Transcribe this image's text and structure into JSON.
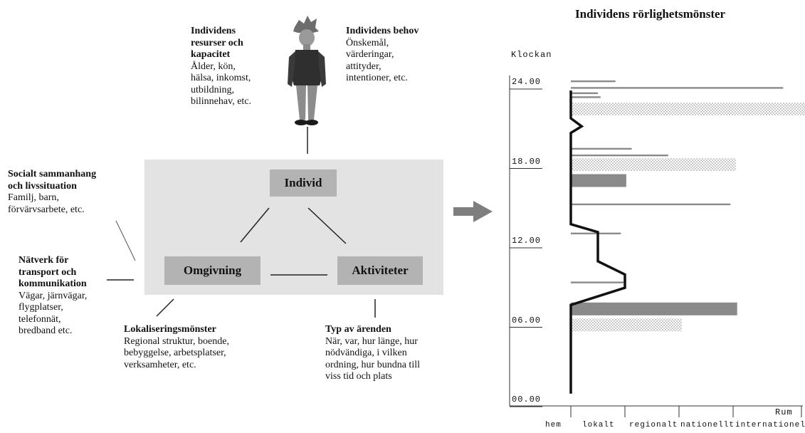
{
  "resources": {
    "title": [
      "Individens",
      "resurser och",
      "kapacitet"
    ],
    "body": [
      "Ålder, kön,",
      "hälsa, inkomst,",
      "utbildning,",
      "bilinnehav, etc."
    ]
  },
  "needs": {
    "title": [
      "Individens behov"
    ],
    "body": [
      "Önskemål,",
      "värderingar,",
      "attityder,",
      "intentioner, etc."
    ]
  },
  "social": {
    "title": [
      "Socialt sammanhang",
      "och livssituation"
    ],
    "body": [
      "Familj, barn,",
      "förvärvsarbete, etc."
    ]
  },
  "network": {
    "title": [
      "Nätverk för",
      "transport och",
      "kommunikation"
    ],
    "body": [
      "Vägar, järnvägar,",
      "flygplatser,",
      "telefonnät,",
      "bredband etc."
    ]
  },
  "localization": {
    "title": [
      "Lokaliseringsmönster"
    ],
    "body": [
      "Regional struktur, boende,",
      "bebyggelse, arbetsplatser,",
      "verksamheter, etc."
    ]
  },
  "errands": {
    "title": [
      "Typ av ärenden"
    ],
    "body": [
      "När, var, hur länge, hur",
      "nödvändiga, i vilken",
      "ordning, hur bundna till",
      "viss tid och plats"
    ]
  },
  "nodes": {
    "individ": "Individ",
    "omgivning": "Omgivning",
    "aktiviteter": "Aktiviteter"
  },
  "chart_data": {
    "type": "timeline",
    "title": "Individens rörlighetsmönster",
    "ylabel": "Klockan",
    "xlabel": "Rum",
    "yticks": [
      "24.00",
      "18.00",
      "12.00",
      "06.00",
      "00.00"
    ],
    "ylim": [
      0,
      24
    ],
    "xcategories": [
      "hem",
      "lokalt",
      "regionalt",
      "nationellt",
      "internationell"
    ],
    "path_series": {
      "name": "",
      "points": [
        [
          0,
          0.5
        ],
        [
          0,
          7.2
        ],
        [
          2.0,
          8.5
        ],
        [
          2.0,
          9.5
        ],
        [
          1.0,
          10.5
        ],
        [
          1.0,
          12.7
        ],
        [
          0,
          13.3
        ],
        [
          0,
          20.2
        ],
        [
          0.4,
          20.7
        ],
        [
          0,
          21.3
        ],
        [
          0,
          23.4
        ]
      ]
    },
    "bars": [
      {
        "time": 24.1,
        "end": 1.65,
        "style": "line"
      },
      {
        "time": 23.6,
        "end": 7.85,
        "style": "line"
      },
      {
        "time": 23.2,
        "end": 1.0,
        "style": "line"
      },
      {
        "time": 22.9,
        "end": 1.1,
        "style": "line"
      },
      {
        "time": 22.0,
        "end": 8.85,
        "style": "dotted"
      },
      {
        "time": 19.0,
        "end": 2.25,
        "style": "line"
      },
      {
        "time": 18.5,
        "end": 3.6,
        "style": "line"
      },
      {
        "time": 17.8,
        "end": 6.1,
        "style": "dotted"
      },
      {
        "time": 16.6,
        "end": 2.05,
        "style": "solid"
      },
      {
        "time": 14.8,
        "end": 5.9,
        "style": "line"
      },
      {
        "time": 12.6,
        "end": 1.85,
        "style": "line"
      },
      {
        "time": 8.9,
        "end": 1.95,
        "style": "line"
      },
      {
        "time": 6.9,
        "end": 6.15,
        "style": "solid"
      },
      {
        "time": 5.7,
        "end": 4.1,
        "style": "dotted"
      }
    ]
  }
}
